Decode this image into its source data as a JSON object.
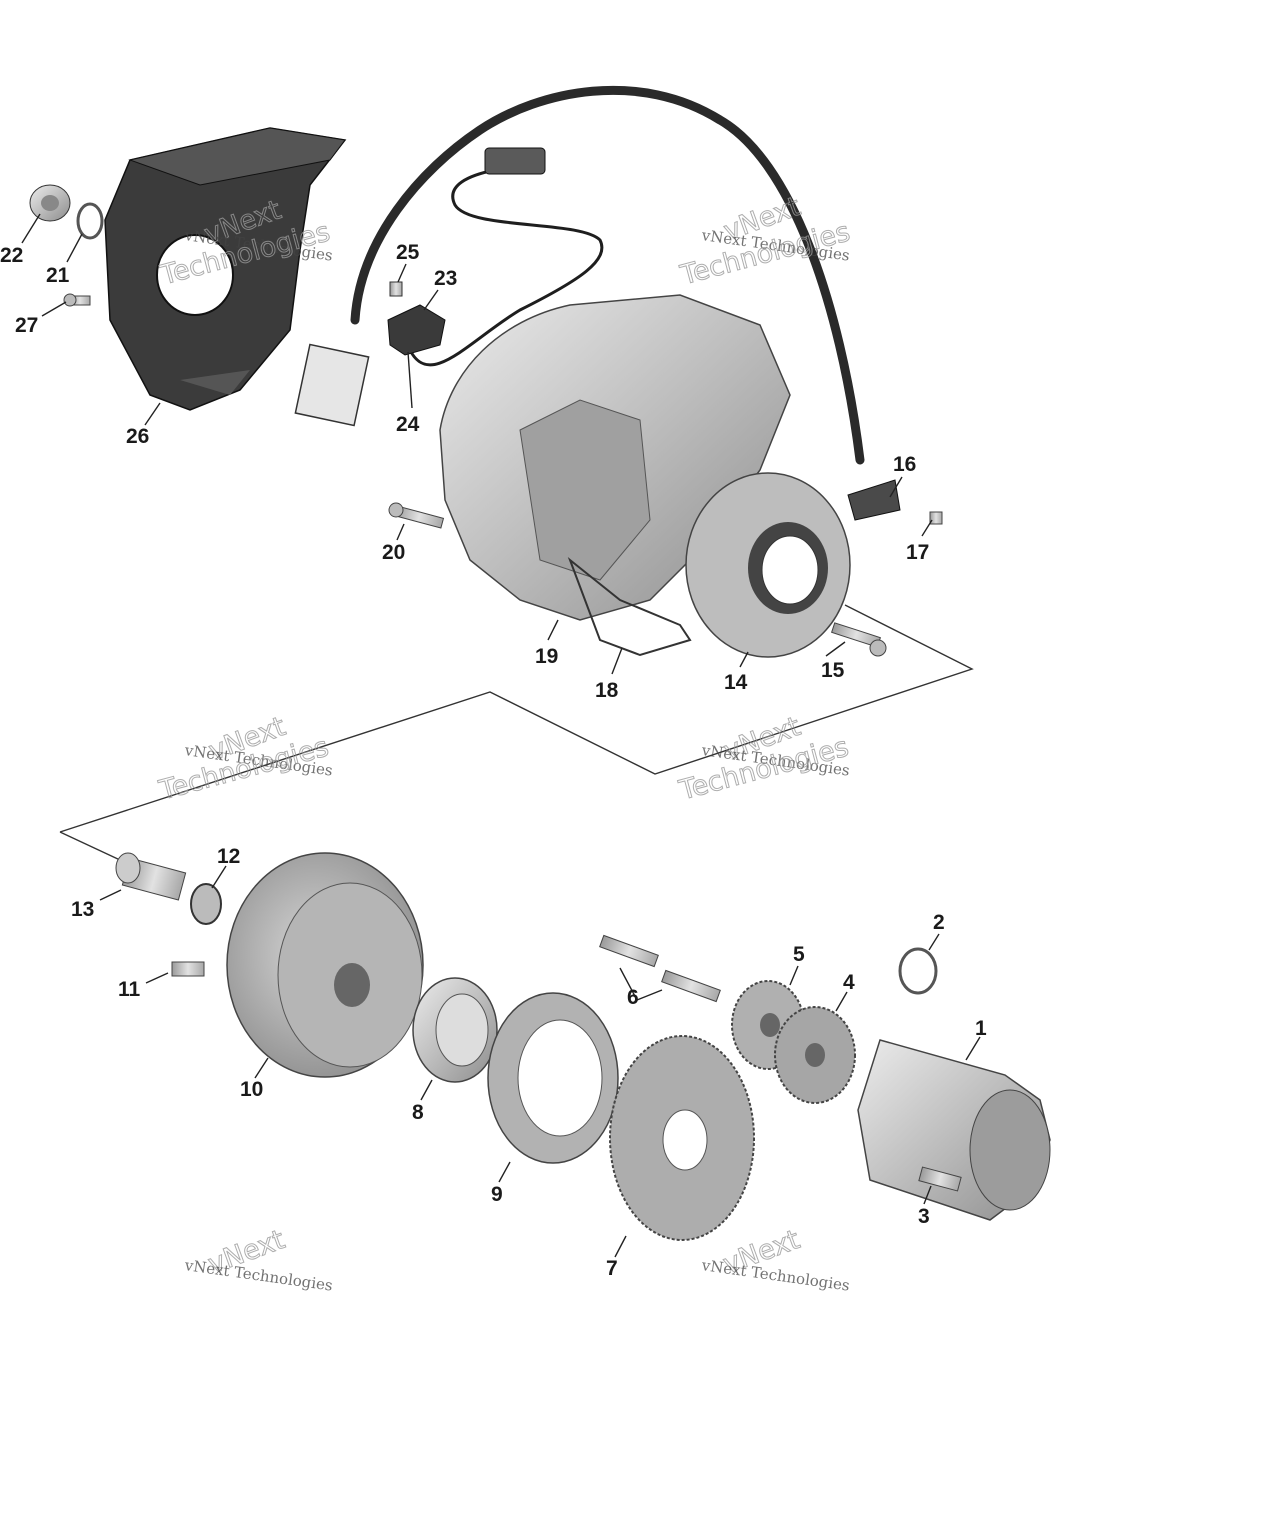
{
  "parts": [
    {
      "id": "1",
      "label": "1"
    },
    {
      "id": "2",
      "label": "2"
    },
    {
      "id": "3",
      "label": "3"
    },
    {
      "id": "4",
      "label": "4"
    },
    {
      "id": "5",
      "label": "5"
    },
    {
      "id": "6",
      "label": "6"
    },
    {
      "id": "7",
      "label": "7"
    },
    {
      "id": "8",
      "label": "8"
    },
    {
      "id": "9",
      "label": "9"
    },
    {
      "id": "10",
      "label": "10"
    },
    {
      "id": "11",
      "label": "11"
    },
    {
      "id": "12",
      "label": "12"
    },
    {
      "id": "13",
      "label": "13"
    },
    {
      "id": "14",
      "label": "14"
    },
    {
      "id": "15",
      "label": "15"
    },
    {
      "id": "16",
      "label": "16"
    },
    {
      "id": "17",
      "label": "17"
    },
    {
      "id": "18",
      "label": "18"
    },
    {
      "id": "19",
      "label": "19"
    },
    {
      "id": "20",
      "label": "20"
    },
    {
      "id": "21",
      "label": "21"
    },
    {
      "id": "22",
      "label": "22"
    },
    {
      "id": "23",
      "label": "23"
    },
    {
      "id": "24",
      "label": "24"
    },
    {
      "id": "25",
      "label": "25"
    },
    {
      "id": "26",
      "label": "26"
    },
    {
      "id": "27",
      "label": "27"
    }
  ],
  "watermark": {
    "brand": "vNext",
    "text": "vNext Technologies",
    "word": "Technologies"
  },
  "colors": {
    "part_fill": "#c8c8c8",
    "part_shade": "#9e9e9e",
    "cover_dark": "#3a3a3a",
    "line": "#222222"
  }
}
